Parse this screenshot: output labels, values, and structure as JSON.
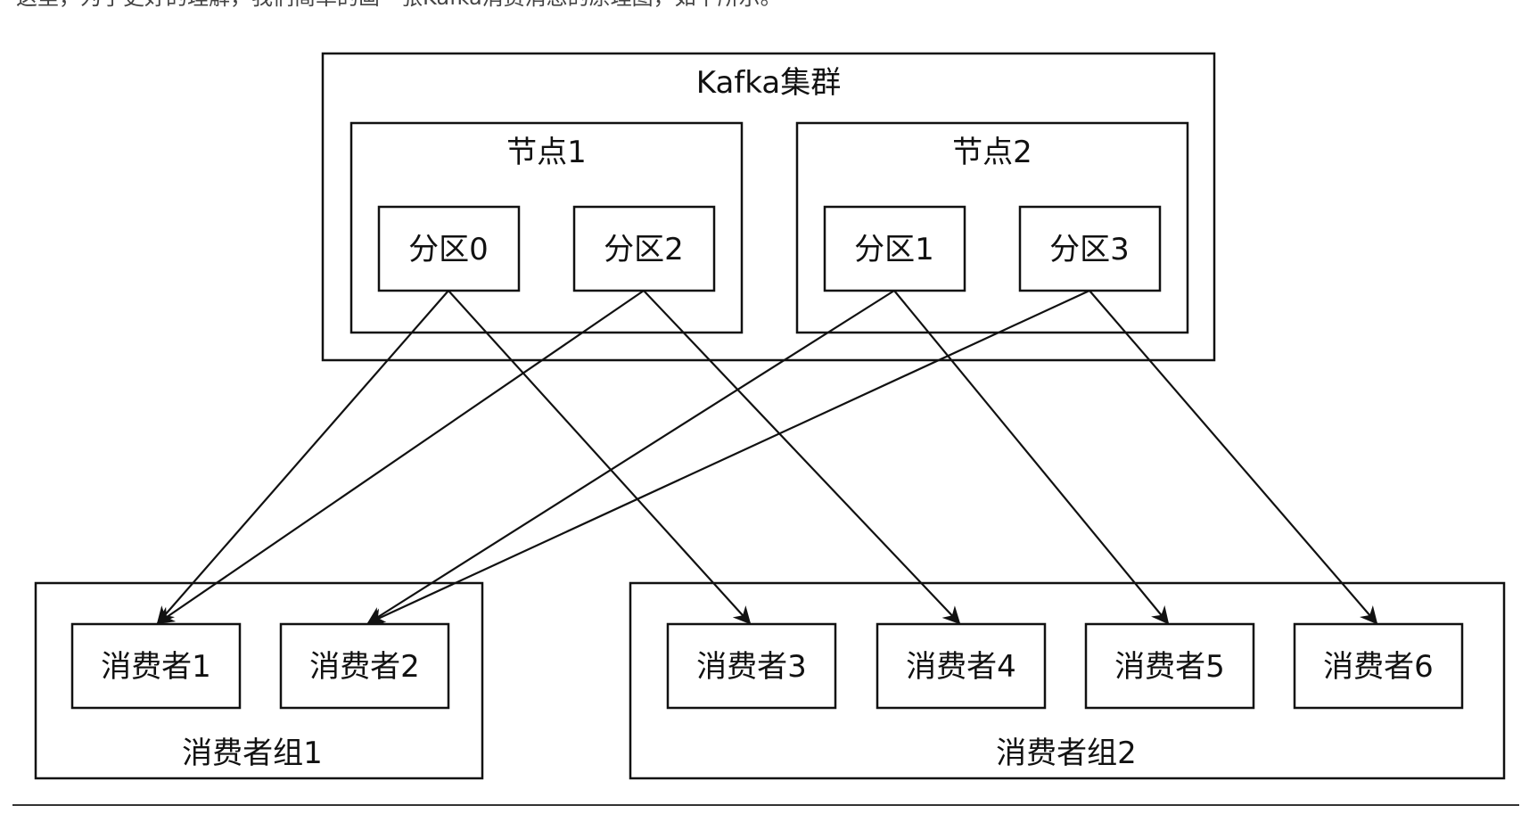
{
  "intro_text": "这里，为了更好的理解，我们简单的画一张Kafka消费消息的原理图，如下所示。",
  "cluster": {
    "title": "Kafka集群"
  },
  "nodes": [
    {
      "title": "节点1",
      "partitions": [
        "分区0",
        "分区2"
      ]
    },
    {
      "title": "节点2",
      "partitions": [
        "分区1",
        "分区3"
      ]
    }
  ],
  "consumer_groups": [
    {
      "title": "消费者组1",
      "consumers": [
        "消费者1",
        "消费者2"
      ]
    },
    {
      "title": "消费者组2",
      "consumers": [
        "消费者3",
        "消费者4",
        "消费者5",
        "消费者6"
      ]
    }
  ],
  "edges": [
    {
      "from": "分区0",
      "to": "消费者1"
    },
    {
      "from": "分区0",
      "to": "消费者3"
    },
    {
      "from": "分区2",
      "to": "消费者1"
    },
    {
      "from": "分区2",
      "to": "消费者4"
    },
    {
      "from": "分区1",
      "to": "消费者2"
    },
    {
      "from": "分区1",
      "to": "消费者5"
    },
    {
      "from": "分区3",
      "to": "消费者2"
    },
    {
      "from": "分区3",
      "to": "消费者6"
    }
  ]
}
